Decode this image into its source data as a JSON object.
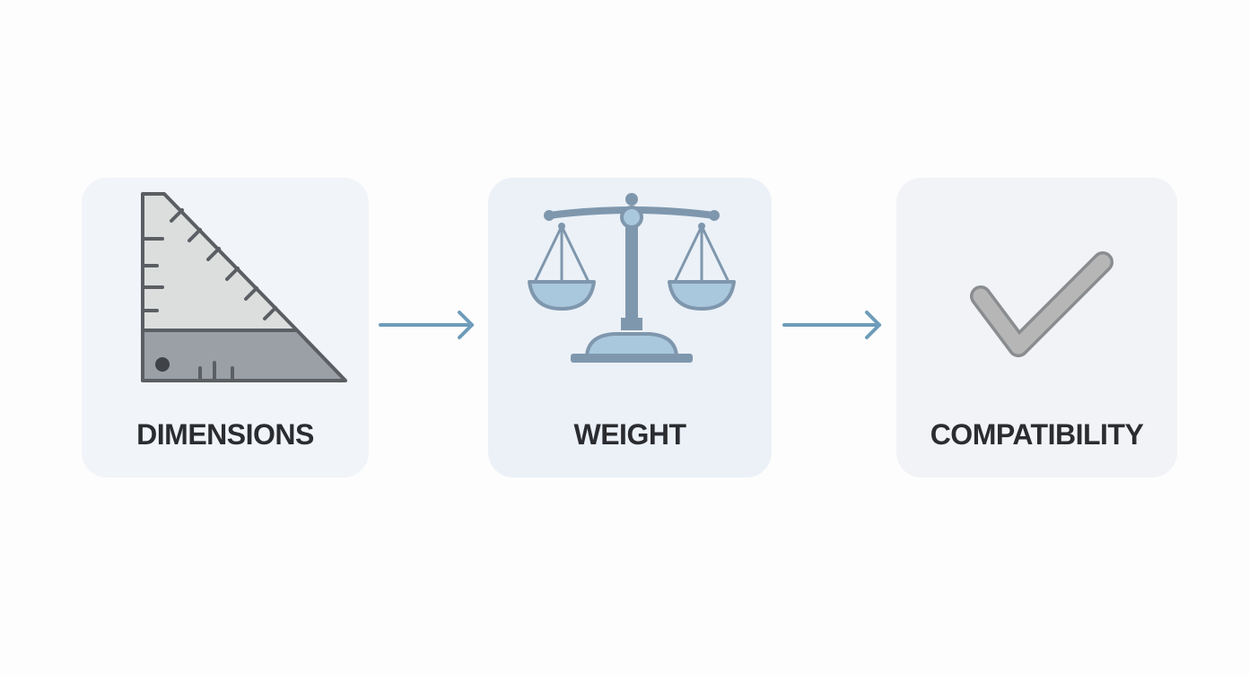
{
  "steps": [
    {
      "label": "DIMENSIONS",
      "icon": "ruler-triangle-icon"
    },
    {
      "label": "WEIGHT",
      "icon": "balance-scale-icon"
    },
    {
      "label": "COMPATIBILITY",
      "icon": "checkmark-icon"
    }
  ],
  "connectors": [
    "arrow-right-icon",
    "arrow-right-icon"
  ],
  "colors": {
    "card_background": "#f1f4f8",
    "accent_blue": "#6e9cba",
    "scale_blue": "#7f97ad",
    "pan_blue": "#a9c7dd",
    "ruler_gray": "#9ba0a6",
    "ruler_light": "#dcdedd",
    "outline": "#5b5f64",
    "check_gray": "#b6b6b6",
    "label_text": "#2a2c30"
  }
}
